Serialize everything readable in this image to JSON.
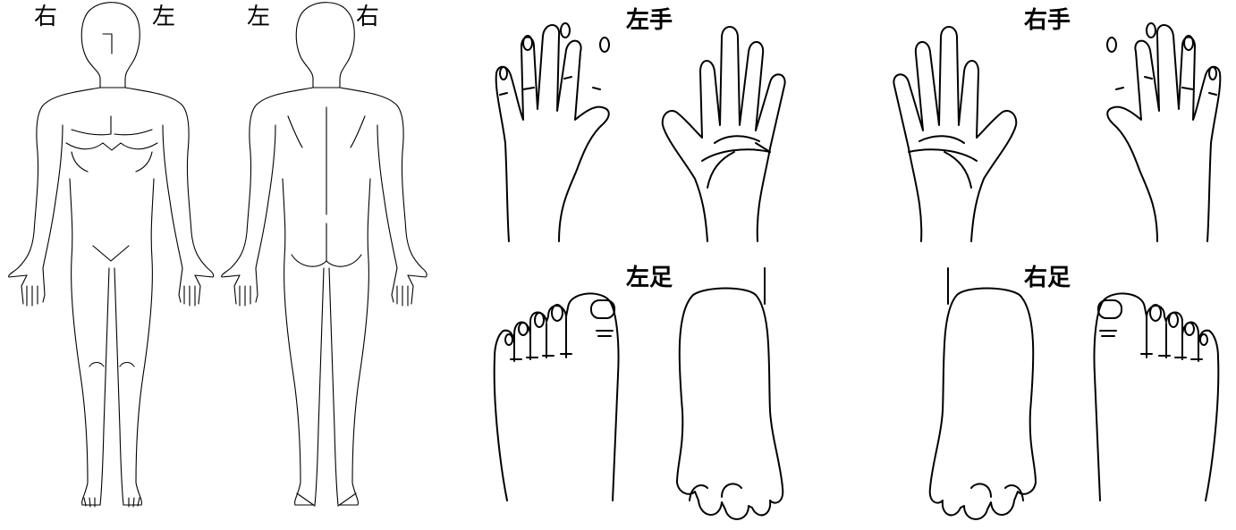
{
  "body_front": {
    "label_right": "右",
    "label_left": "左"
  },
  "body_back": {
    "label_left": "左",
    "label_right": "右"
  },
  "hands": {
    "left_title": "左手",
    "right_title": "右手"
  },
  "feet": {
    "left_title": "左足",
    "right_title": "右足"
  },
  "colors": {
    "line": "#000000",
    "background": "#ffffff"
  }
}
